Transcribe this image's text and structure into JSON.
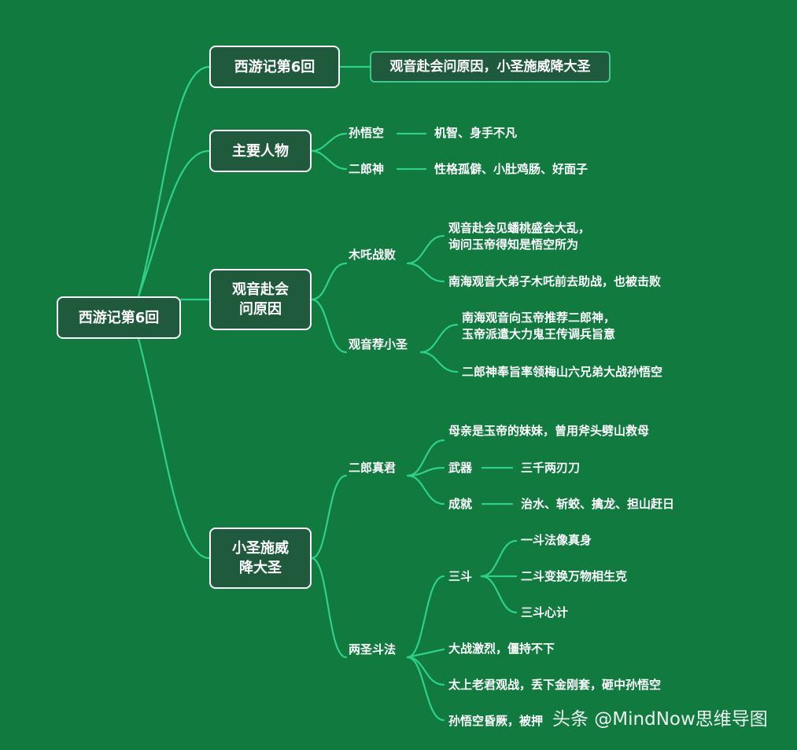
{
  "root": {
    "label": "西游记第6回"
  },
  "chapter": {
    "label": "西游记第6回",
    "summary": "观音赴会问原因，小圣施威降大圣"
  },
  "characters": {
    "label": "主要人物",
    "items": [
      {
        "name": "孙悟空",
        "trait": "机智、身手不凡"
      },
      {
        "name": "二郎神",
        "trait": "性格孤僻、小肚鸡肠、好面子"
      }
    ]
  },
  "guanyin": {
    "label_line1": "观音赴会",
    "label_line2": "问原因",
    "muzha": {
      "label": "木吒战败",
      "event1_line1": "观音赴会见蟠桃盛会大乱，",
      "event1_line2": "询问玉帝得知是悟空所为",
      "event2": "南海观音大弟子木吒前去助战，也被击败"
    },
    "recommend": {
      "label": "观音荐小圣",
      "event1_line1": "南海观音向玉帝推荐二郎神，",
      "event1_line2": "玉帝派遣大力鬼王传调兵旨意",
      "event2": "二郎神奉旨率领梅山六兄弟大战孙悟空"
    }
  },
  "xiaosheng": {
    "label_line1": "小圣施威",
    "label_line2": "降大圣",
    "erlang": {
      "label": "二郎真君",
      "mother": "母亲是玉帝的妹妹，曾用斧头劈山救母",
      "weapon_label": "武器",
      "weapon_value": "三千两刃刀",
      "achievement_label": "成就",
      "achievement_value": "治水、斩蛟、擒龙、担山赶日"
    },
    "battle": {
      "label": "两圣斗法",
      "three_label": "三斗",
      "three_items": [
        "一斗法像真身",
        "二斗变换万物相生克",
        "三斗心计"
      ],
      "event1": "大战激烈，僵持不下",
      "event2": "太上老君观战，丢下金刚套，砸中孙悟空",
      "event3": "孙悟空昏厥，被押"
    }
  },
  "watermark": "头条 @MindNow思维导图",
  "colors": {
    "background": "#107a3f",
    "node_fill": "#1f5a3c",
    "link": "#2fd08a"
  }
}
